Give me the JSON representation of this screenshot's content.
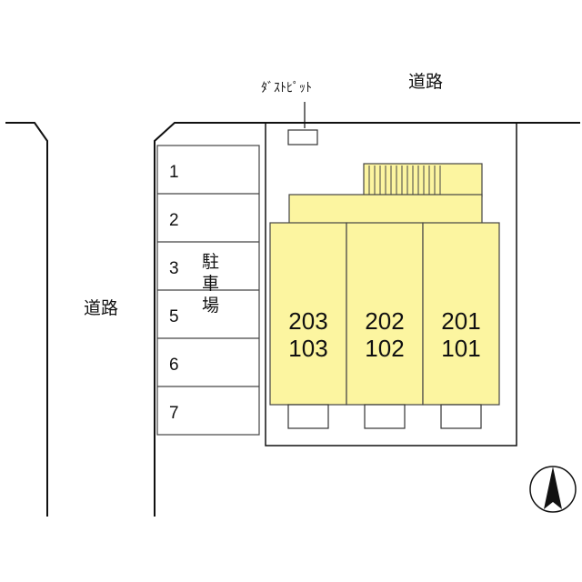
{
  "labels": {
    "road_top": "道路",
    "road_left": "道路",
    "dust_pit": "ﾀﾞｽﾄﾋﾟｯﾄ",
    "parking": [
      "駐",
      "車",
      "場"
    ]
  },
  "parking_slots": [
    "1",
    "2",
    "3",
    "5",
    "6",
    "7"
  ],
  "units": [
    {
      "upper": "203",
      "lower": "103"
    },
    {
      "upper": "202",
      "lower": "102"
    },
    {
      "upper": "201",
      "lower": "101"
    }
  ],
  "colors": {
    "building_fill": "#fcf5a0",
    "line": "#111111"
  },
  "icons": {
    "compass": "north-arrow-icon"
  }
}
